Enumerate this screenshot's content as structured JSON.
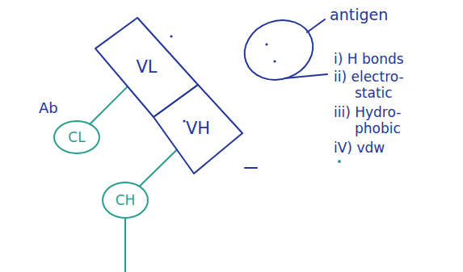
{
  "diagram": {
    "nodes": [
      {
        "text": [
          "VL"
        ]
      },
      {
        "text": [
          "VH"
        ]
      },
      {
        "text": [
          "CL"
        ]
      },
      {
        "text": [
          "CH"
        ]
      }
    ],
    "edges": [
      {
        "from": 0,
        "to": 2,
        "arrow": "none"
      },
      {
        "from": 1,
        "to": 3,
        "arrow": "none"
      }
    ],
    "labels": [
      "antigen",
      "i) H bonds",
      "ii) electro- static",
      "iii) Hydro- phobic",
      "iV) vdw",
      "Ab"
    ]
  }
}
